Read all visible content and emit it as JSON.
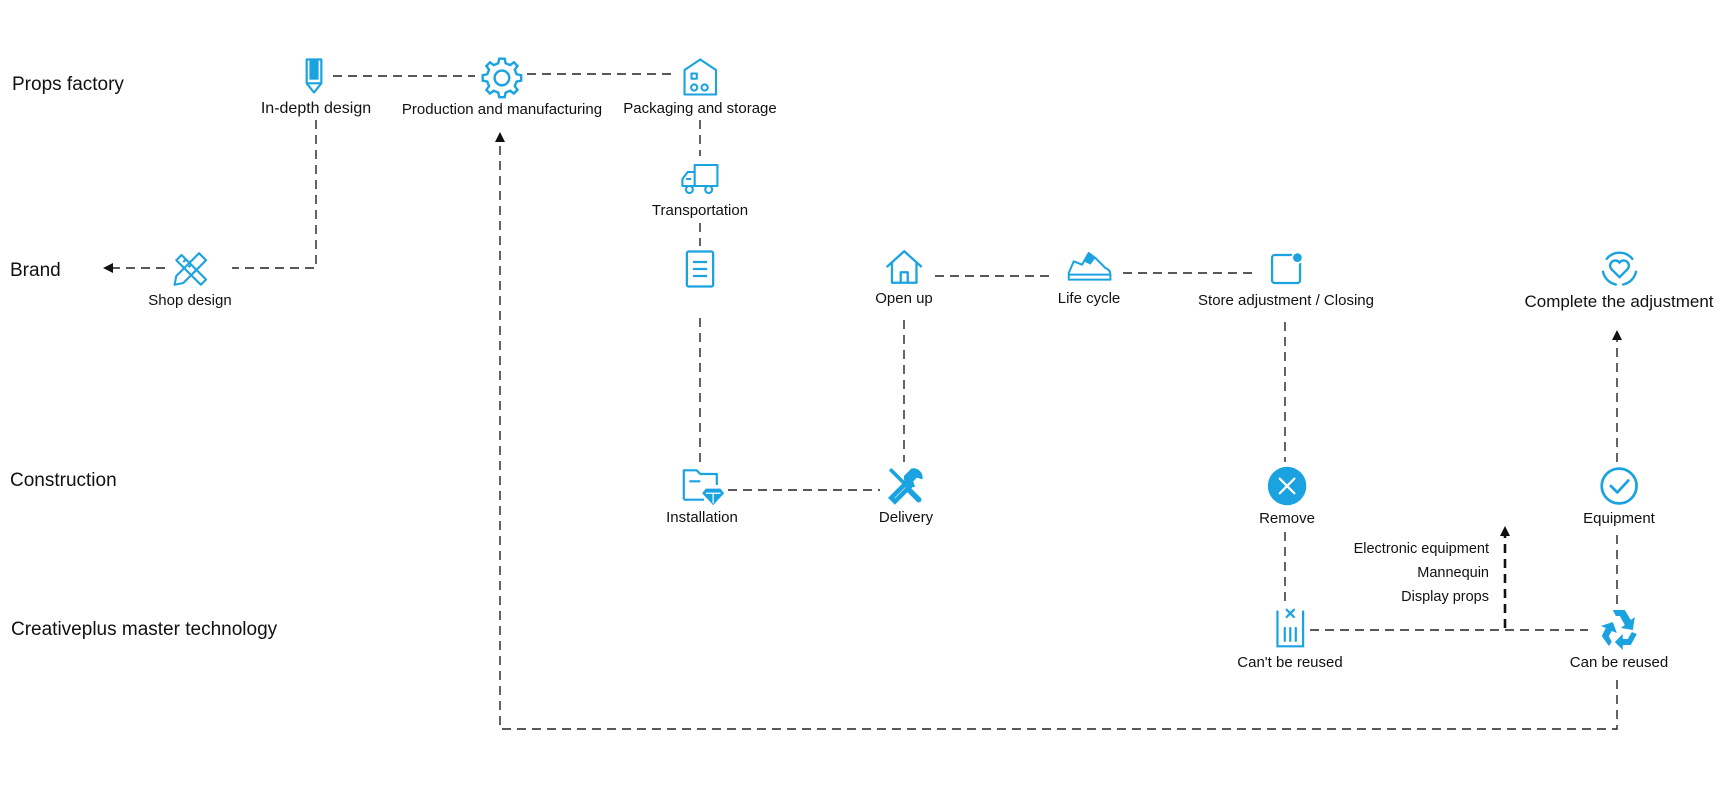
{
  "lanes": {
    "props_factory": "Props factory",
    "brand": "Brand",
    "construction": "Construction",
    "master_technology": "Creativeplus master technology"
  },
  "nodes": {
    "in_depth_design": "In-depth design",
    "production": "Production and manufacturing",
    "packaging": "Packaging and storage",
    "transportation": "Transportation",
    "shop_design": "Shop design",
    "open_up": "Open up",
    "life_cycle": "Life cycle",
    "store_adjustment": "Store adjustment / Closing",
    "complete_adjustment": "Complete the adjustment",
    "installation": "Installation",
    "delivery": "Delivery",
    "remove": "Remove",
    "equipment": "Equipment",
    "cant_reuse": "Can't be reused",
    "can_reuse": "Can be reused"
  },
  "reusable_items": [
    "Electronic equipment",
    "Mannequin",
    "Display props"
  ],
  "icons": {
    "in_depth_design": "pencil-icon",
    "production": "gear-icon",
    "packaging": "warehouse-icon",
    "transportation": "truck-icon",
    "shop_design": "ruler-pencil-icon",
    "document": "document-icon",
    "open_up": "home-icon",
    "life_cycle": "sneaker-icon",
    "store_adjustment": "notification-square-icon",
    "complete_adjustment": "heart-cycle-icon",
    "installation": "folder-diamond-icon",
    "delivery": "wrench-screwdriver-icon",
    "remove": "tools-circle-icon",
    "equipment": "check-circle-icon",
    "cant_reuse": "trash-bin-icon",
    "can_reuse": "recycle-icon"
  },
  "colors": {
    "accent": "#1aa3e0",
    "line": "#222222",
    "text": "#111111"
  }
}
